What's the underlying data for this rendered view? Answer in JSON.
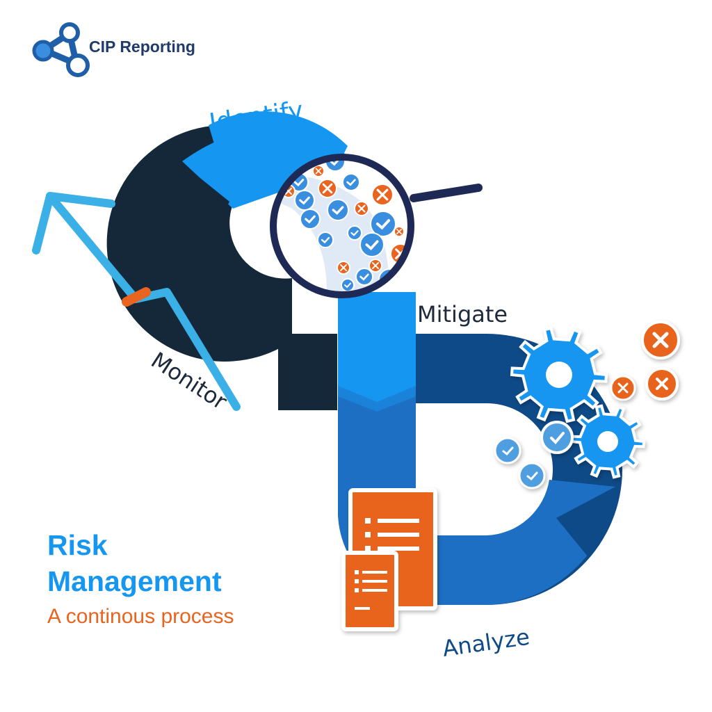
{
  "brand": {
    "name": "CIP Reporting",
    "logo_icon": "network-nodes-icon"
  },
  "headline": {
    "line1": "Risk",
    "line2": "Management",
    "subtitle": "A continous process"
  },
  "stages": [
    {
      "key": "identify",
      "label": "Identify",
      "color": "#1596f0"
    },
    {
      "key": "mitigate",
      "label": "Mitigate",
      "color": "#1e2a3a"
    },
    {
      "key": "analyze",
      "label": "Analyze",
      "color": "#1d6fc4"
    },
    {
      "key": "monitor",
      "label": "Monitor",
      "color": "#1e2a3a"
    }
  ],
  "icons": [
    "magnifying-glass-icon",
    "gear-icon",
    "checkmark-icon",
    "x-mark-icon",
    "document-icon",
    "trend-arrow-icon"
  ],
  "colors": {
    "light_blue": "#1596f0",
    "mid_blue": "#1d6fc4",
    "dark_blue": "#0e4a87",
    "navy": "#14283a",
    "orange": "#e8641f",
    "sky": "#3ab0e6"
  }
}
